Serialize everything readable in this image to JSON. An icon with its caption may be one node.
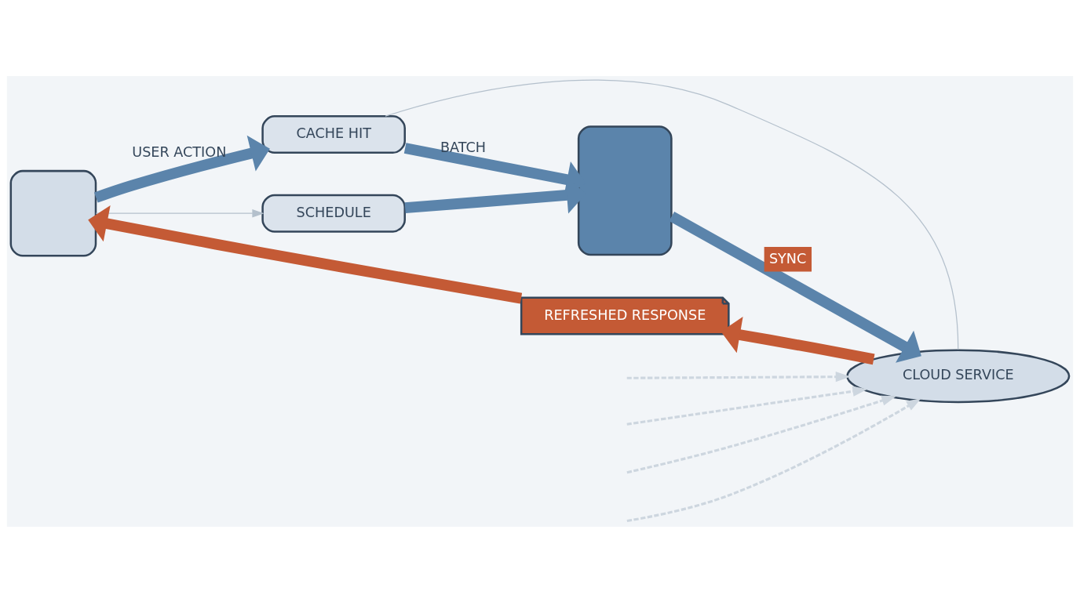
{
  "diagram": {
    "nodes": [
      {
        "text": [],
        "shape": "box"
      },
      {
        "text": [
          "CACHE HIT"
        ]
      },
      {
        "text": [
          "SCHEDULE"
        ]
      },
      {
        "text": [],
        "shape": "box"
      },
      {
        "text": [
          "CLOUD SERVICE"
        ]
      },
      {
        "text": [
          "REFRESHED RESPONSE"
        ]
      }
    ],
    "edges": [
      {
        "from": 0,
        "to": 1,
        "arrow": "to",
        "label": "USER ACTION",
        "style": "thick"
      },
      {
        "from": 0,
        "to": 2,
        "arrow": "to",
        "color": "#b4c0cc"
      },
      {
        "from": 1,
        "to": 3,
        "arrow": "to",
        "label": "BATCH",
        "style": "thick"
      },
      {
        "from": 2,
        "to": 3,
        "arrow": "to",
        "style": "thick"
      },
      {
        "from": 3,
        "to": 4,
        "arrow": "to",
        "label": "SYNC",
        "style": "thick"
      },
      {
        "from": 1,
        "to": 4,
        "arrow": "none",
        "color": "#b4c0cc"
      },
      {
        "from": null,
        "to": 4,
        "arrow": "to",
        "style": "dashed",
        "color": "#cdd6df"
      },
      {
        "from": null,
        "to": 4,
        "arrow": "to",
        "style": "dashed",
        "color": "#cdd6df"
      },
      {
        "from": null,
        "to": 4,
        "arrow": "to",
        "style": "dashed",
        "color": "#cdd6df"
      },
      {
        "from": null,
        "to": 4,
        "arrow": "to",
        "style": "dashed",
        "color": "#cdd6df"
      },
      {
        "from": 4,
        "to": 5,
        "arrow": "to",
        "style": "thick",
        "color": "#c45a35"
      },
      {
        "from": 5,
        "to": 0,
        "arrow": "to",
        "style": "thick",
        "color": "#c45a35"
      }
    ]
  }
}
